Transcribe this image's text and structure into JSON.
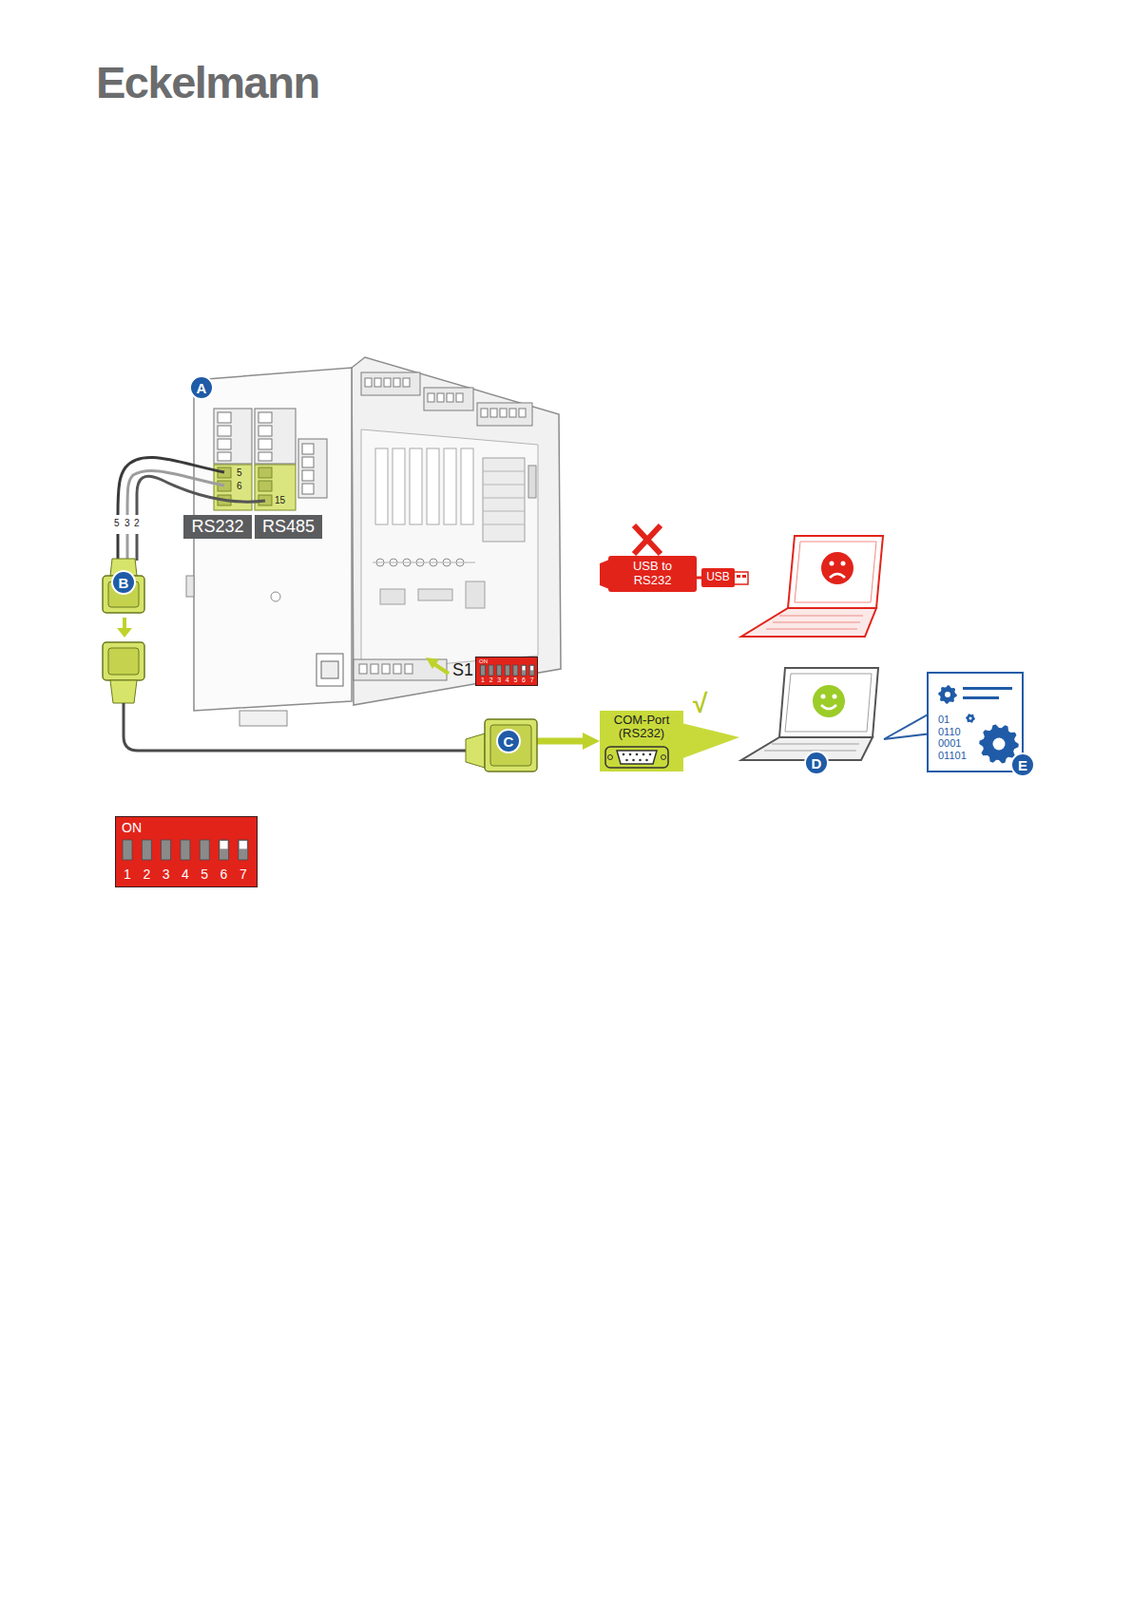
{
  "diagram": {
    "nodes": [
      {
        "text": [
          "A"
        ]
      },
      {
        "text": [
          "RS232"
        ]
      },
      {
        "text": [
          "RS485"
        ]
      },
      {
        "text": [
          "B"
        ]
      },
      {
        "text": [
          "ON",
          "1",
          "2",
          "3",
          "4",
          "5",
          "6",
          "7"
        ]
      },
      {
        "text": [
          "USB to RS232"
        ]
      },
      {
        "text": [
          "USB"
        ]
      },
      {
        "text": [
          "C"
        ]
      },
      {
        "text": [
          "COM-Port (RS232)"
        ]
      },
      {
        "text": [
          "D"
        ]
      },
      {
        "text": [
          "01 0110 0001 01101"
        ]
      },
      {
        "text": [
          "E"
        ]
      },
      {
        "text": [
          "ON",
          "1",
          "2",
          "3",
          "4",
          "5",
          "6",
          "7"
        ]
      }
    ],
    "edges": [
      {
        "from": 7,
        "to": 8,
        "arrow": "to"
      },
      {
        "from": 5,
        "to": 6,
        "arrow": "none"
      }
    ],
    "labels": [
      "Eckelmann",
      "5",
      "6",
      "15",
      "5",
      "3",
      "2",
      "S1",
      "√"
    ]
  }
}
